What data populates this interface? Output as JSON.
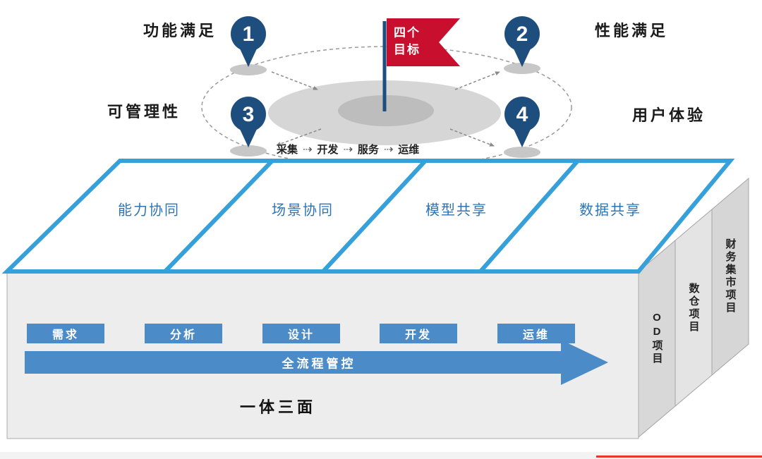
{
  "orbit": {
    "flag": {
      "line1": "四个",
      "line2": "目标"
    },
    "goals": [
      {
        "num": "1",
        "label": "功能满足"
      },
      {
        "num": "2",
        "label": "性能满足"
      },
      {
        "num": "3",
        "label": "可管理性"
      },
      {
        "num": "4",
        "label": "用户体验"
      }
    ],
    "flow": {
      "steps": [
        "采集",
        "开发",
        "服务",
        "运维"
      ],
      "arrow": "⇢"
    }
  },
  "top_face": {
    "panels": [
      {
        "label": "能力协同"
      },
      {
        "label": "场景协同"
      },
      {
        "label": "模型共享"
      },
      {
        "label": "数据共享"
      }
    ]
  },
  "front_face": {
    "stages": [
      {
        "label": "需求"
      },
      {
        "label": "分析"
      },
      {
        "label": "设计"
      },
      {
        "label": "开发"
      },
      {
        "label": "运维"
      }
    ],
    "process_arrow_label": "全流程管控",
    "caption": "一体三面"
  },
  "side_slabs": [
    {
      "label": "OD项目"
    },
    {
      "label": "数仓项目"
    },
    {
      "label": "财务集市项目"
    }
  ],
  "colors": {
    "pin_blue": "#1E4E7E",
    "panel_border_blue": "#35A0DA",
    "panel_text_blue": "#2E74B5",
    "stage_blue": "#4B8BC8",
    "flag_red": "#C8102E",
    "accent_red": "#E8352E",
    "gray_face": "#EDEDED"
  }
}
